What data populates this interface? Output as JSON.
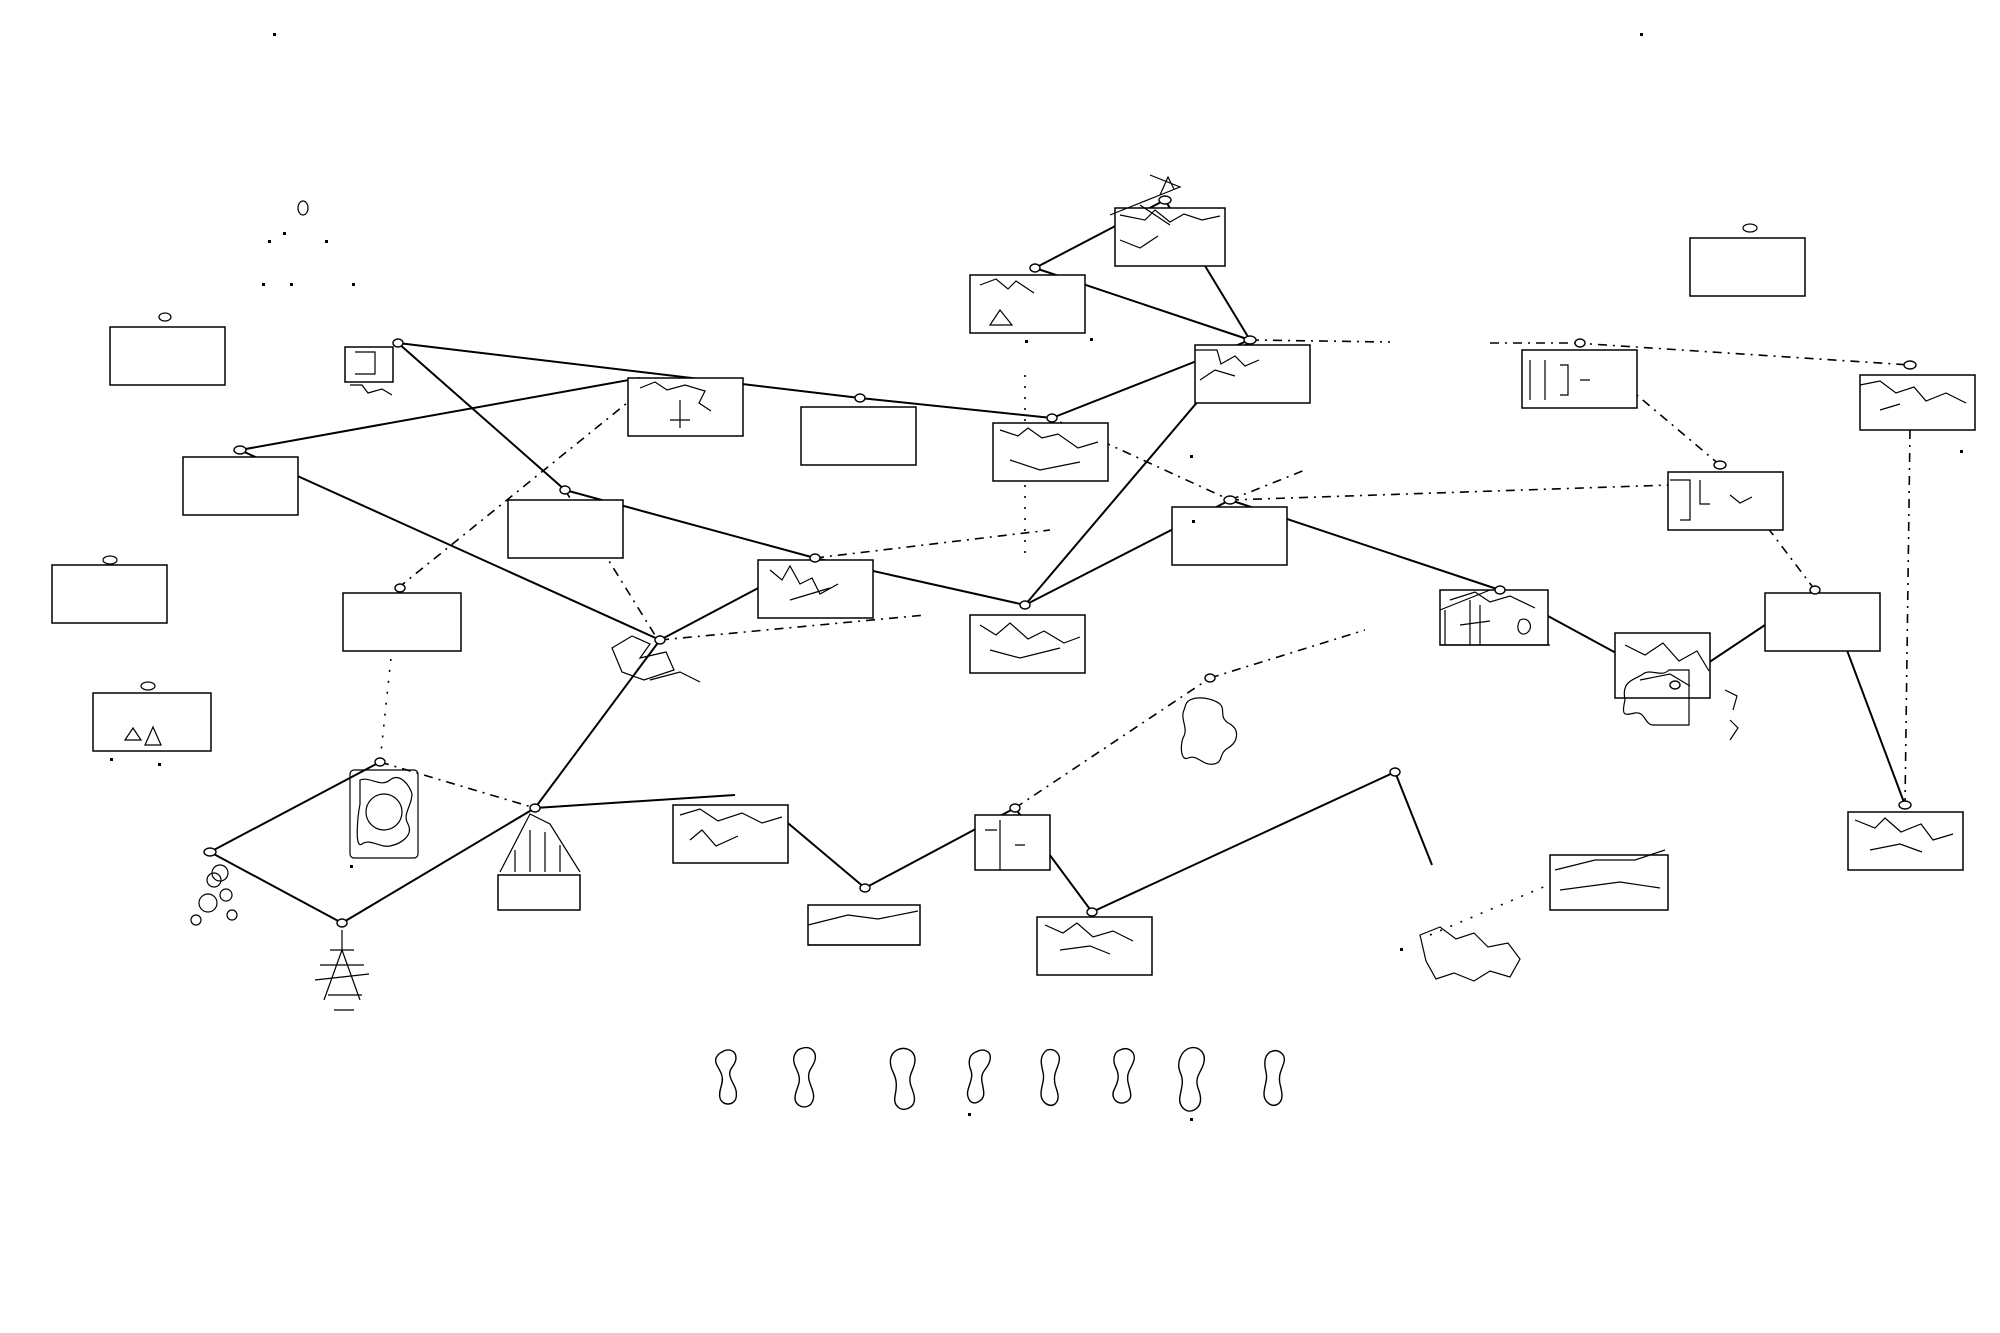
{
  "diagram": {
    "type": "hand-drawn network sketch",
    "ink_color": "#000000",
    "background_color": "#ffffff",
    "text_labels": [],
    "node_count": 36,
    "figure_count": 8,
    "edge_styles": [
      "solid",
      "dashed",
      "dotted"
    ]
  }
}
